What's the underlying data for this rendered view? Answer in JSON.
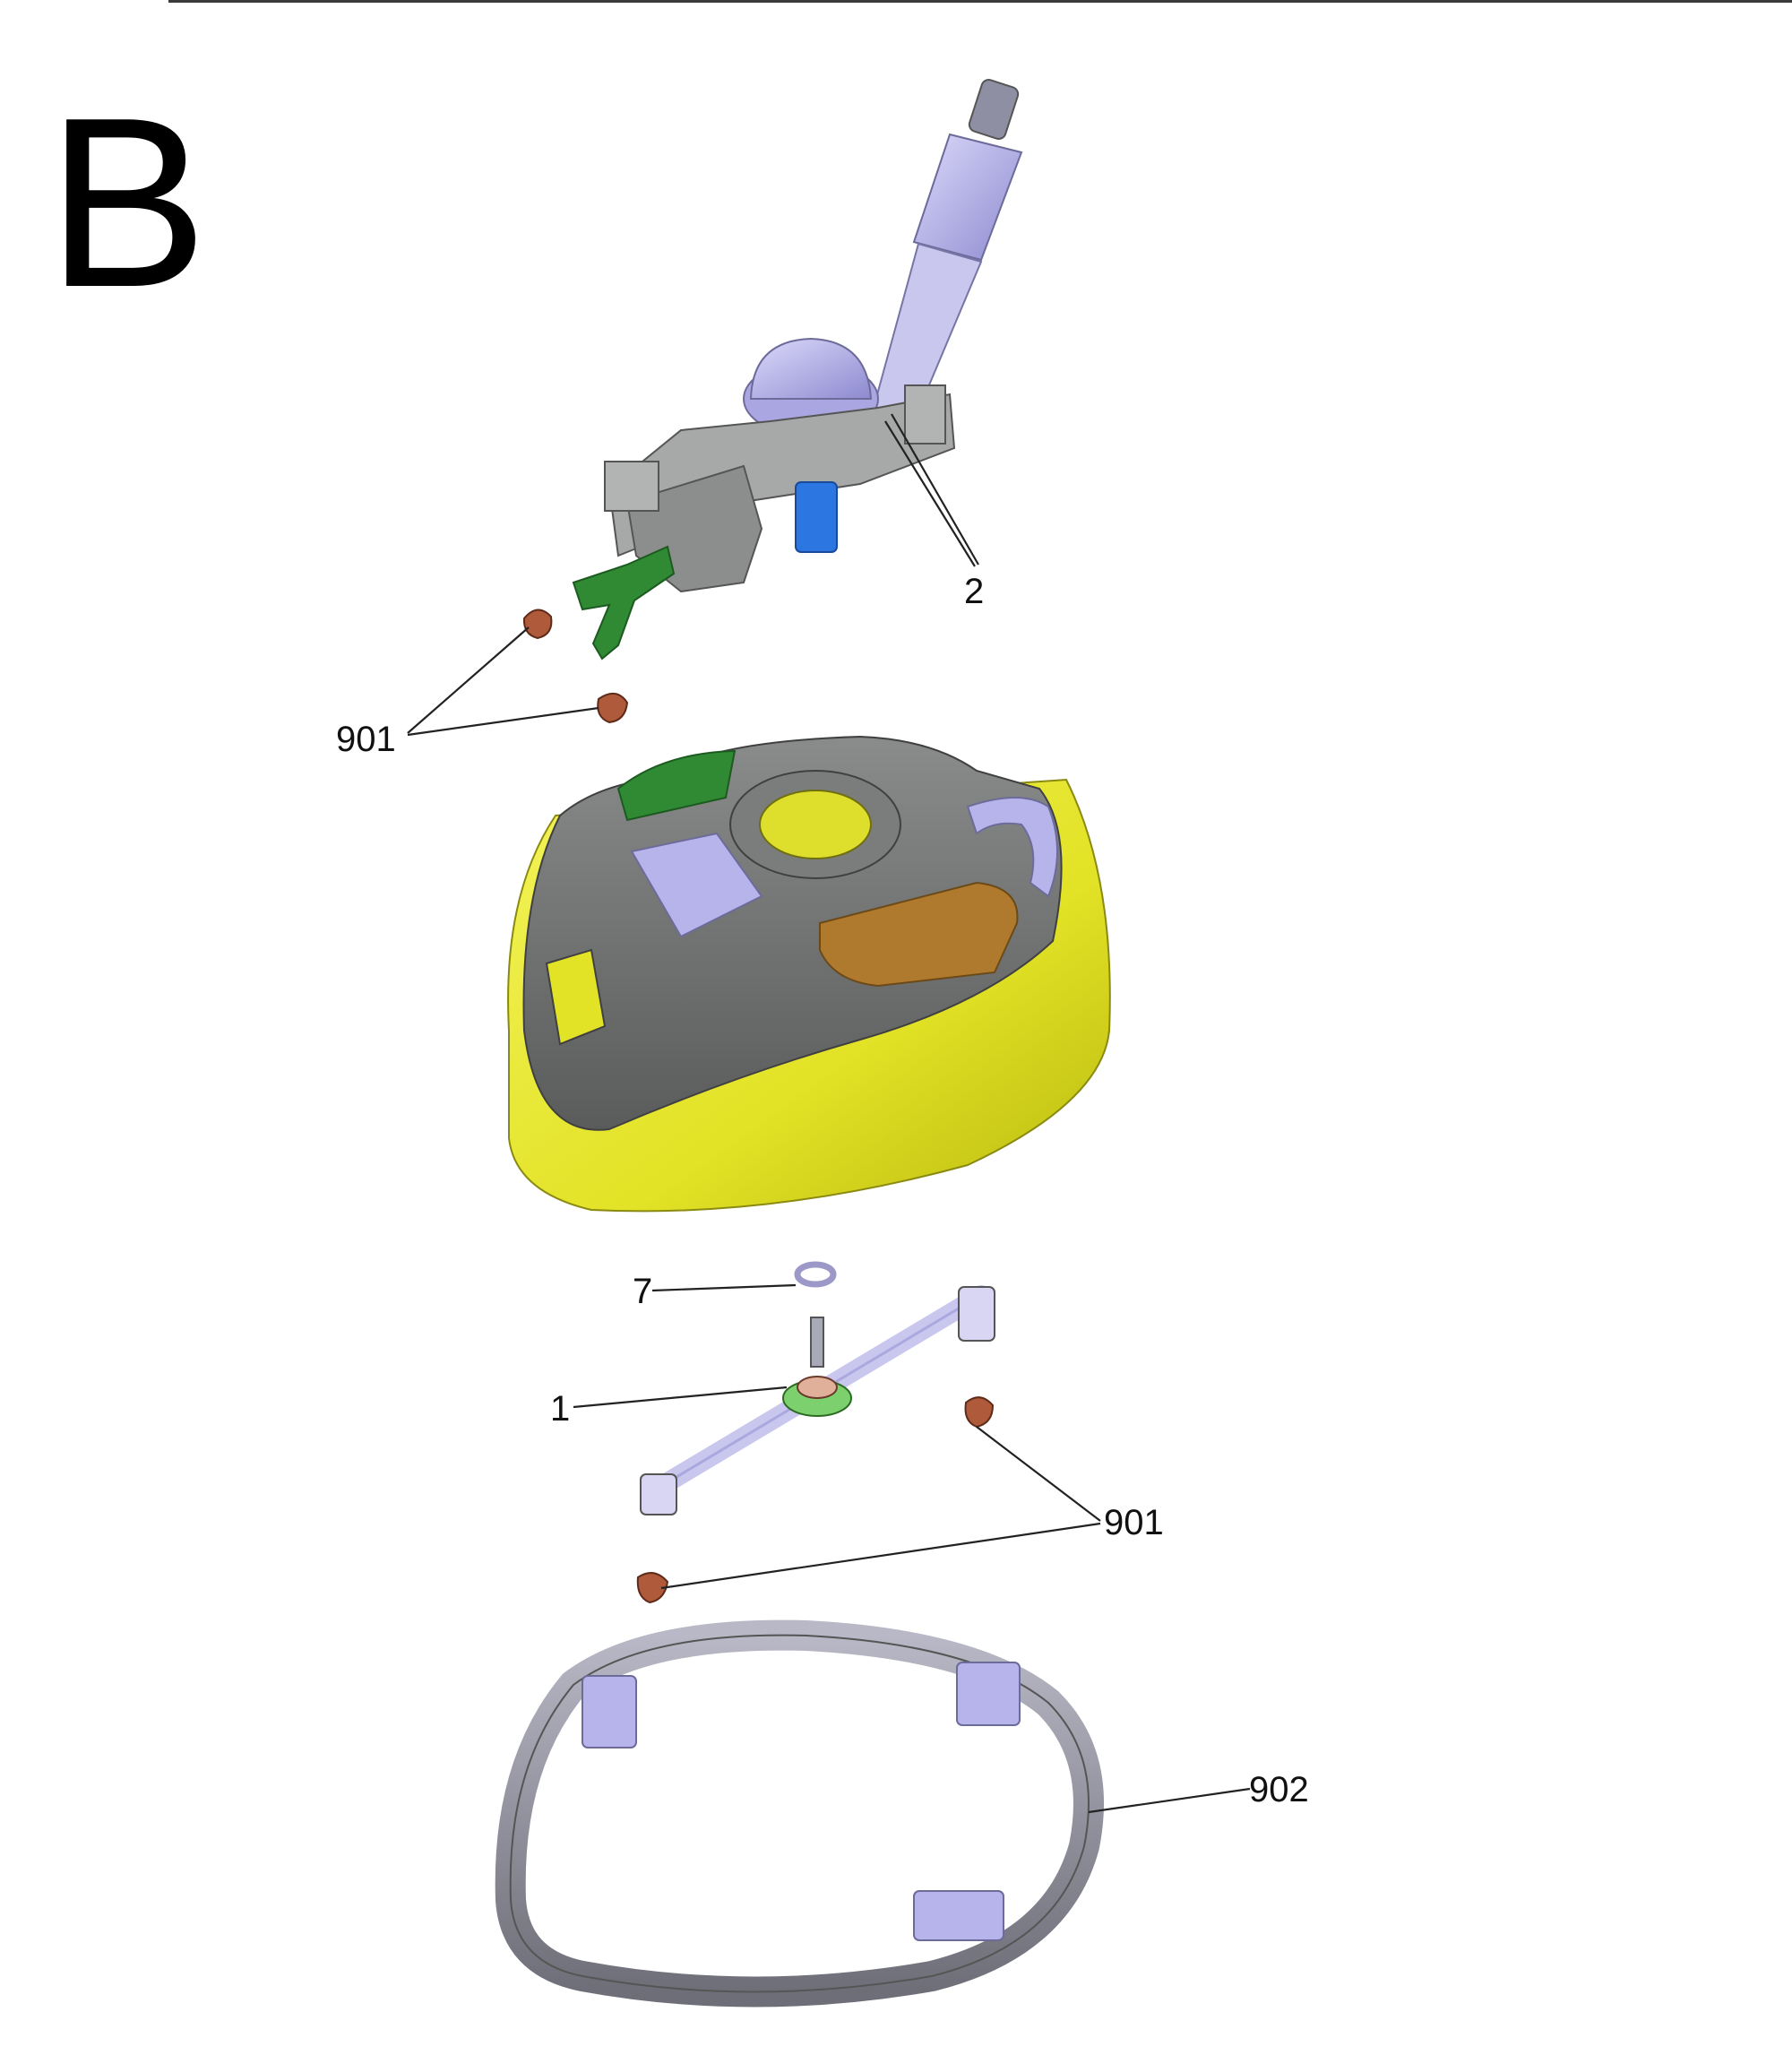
{
  "section_letter": "B",
  "callouts": {
    "part_2": "2",
    "part_901_upper": "901",
    "part_7": "7",
    "part_1": "1",
    "part_901_lower": "901",
    "part_902": "902"
  },
  "colors": {
    "housing_yellow": "#e6e62a",
    "housing_grey": "#6f7070",
    "lavender_parts": "#b7b4ec",
    "green_parts": "#2f8a33",
    "blue_nozzle": "#2b76e0",
    "brown_pad": "#b07a2e",
    "nozzle_brown": "#b05a3c",
    "frame_grey": "#9a9a9a"
  },
  "icons": [
    "exploded-view-drawing"
  ]
}
